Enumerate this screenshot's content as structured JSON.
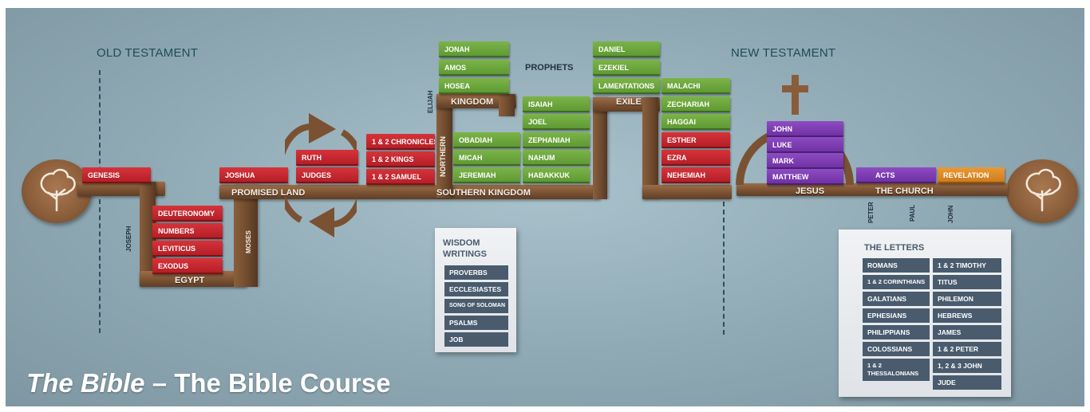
{
  "sections": {
    "old_testament": "OLD TESTAMENT",
    "new_testament": "NEW TESTAMENT",
    "prophets": "PROPHETS"
  },
  "path_labels": {
    "promised_land": "PROMISED LAND",
    "southern_kingdom": "SOUTHERN KINGDOM",
    "egypt": "EGYPT",
    "kingdom": "KINGDOM",
    "northern": "NORTHERN",
    "exile": "EXILE",
    "jesus": "JESUS",
    "the_church": "THE CHURCH"
  },
  "people": {
    "joseph": "JOSEPH",
    "moses": "MOSES",
    "elijah": "ELIJAH",
    "peter": "PETER",
    "paul": "PAUL",
    "john": "JOHN"
  },
  "books": {
    "genesis": "GENESIS",
    "egypt_stack": [
      "DEUTERONOMY",
      "NUMBERS",
      "LEVITICUS",
      "EXODUS"
    ],
    "joshua": "JOSHUA",
    "ruth": "RUTH",
    "judges": "JUDGES",
    "history": [
      "1 & 2 CHRONICLES",
      "1 & 2 KINGS",
      "1 & 2 SAMUEL"
    ],
    "north_top": [
      "JONAH",
      "AMOS",
      "HOSEA"
    ],
    "south_left": [
      "OBADIAH",
      "MICAH",
      "JEREMIAH"
    ],
    "south_right": [
      "ISAIAH",
      "JOEL",
      "ZEPHANIAH",
      "NAHUM",
      "HABAKKUK"
    ],
    "exile_col": [
      "DANIEL",
      "EZEKIEL",
      "LAMENTATIONS"
    ],
    "post_exile": [
      "MALACHI",
      "ZECHARIAH",
      "HAGGAI",
      "ESTHER",
      "EZRA",
      "NEHEMIAH"
    ],
    "gospels": [
      "JOHN",
      "LUKE",
      "MARK",
      "MATTHEW"
    ],
    "acts": "ACTS",
    "revelation": "REVELATION"
  },
  "wisdom": {
    "title_line1": "WISDOM",
    "title_line2": "WRITINGS",
    "items": [
      "PROVERBS",
      "ECCLESIASTES",
      "SONG OF SOLOMAN",
      "PSALMS",
      "JOB"
    ]
  },
  "letters": {
    "title": "THE LETTERS",
    "left": [
      "ROMANS",
      "1 & 2 CORINTHIANS",
      "GALATIANS",
      "EPHESIANS",
      "PHILIPPIANS",
      "COLOSSIANS"
    ],
    "left_last_line1": "1 & 2",
    "left_last_line2": "THESSALONIANS",
    "right": [
      "1 & 2 TIMOTHY",
      "TITUS",
      "PHILEMON",
      "HEBREWS",
      "JAMES",
      "1 & 2 PETER",
      "1, 2 & 3 JOHN",
      "JUDE"
    ]
  },
  "caption": {
    "italic": "The Bible",
    "rest": " – The Bible Course"
  },
  "icons": [
    "tree-icon",
    "cross-icon",
    "cycle-arrows-icon"
  ],
  "colors": {
    "law_history": "#c52a31",
    "prophets": "#6ea63d",
    "gospels": "#7d3eb3",
    "revelation": "#df8b28",
    "wood": "#7a5233",
    "background": "#98b2bd"
  }
}
